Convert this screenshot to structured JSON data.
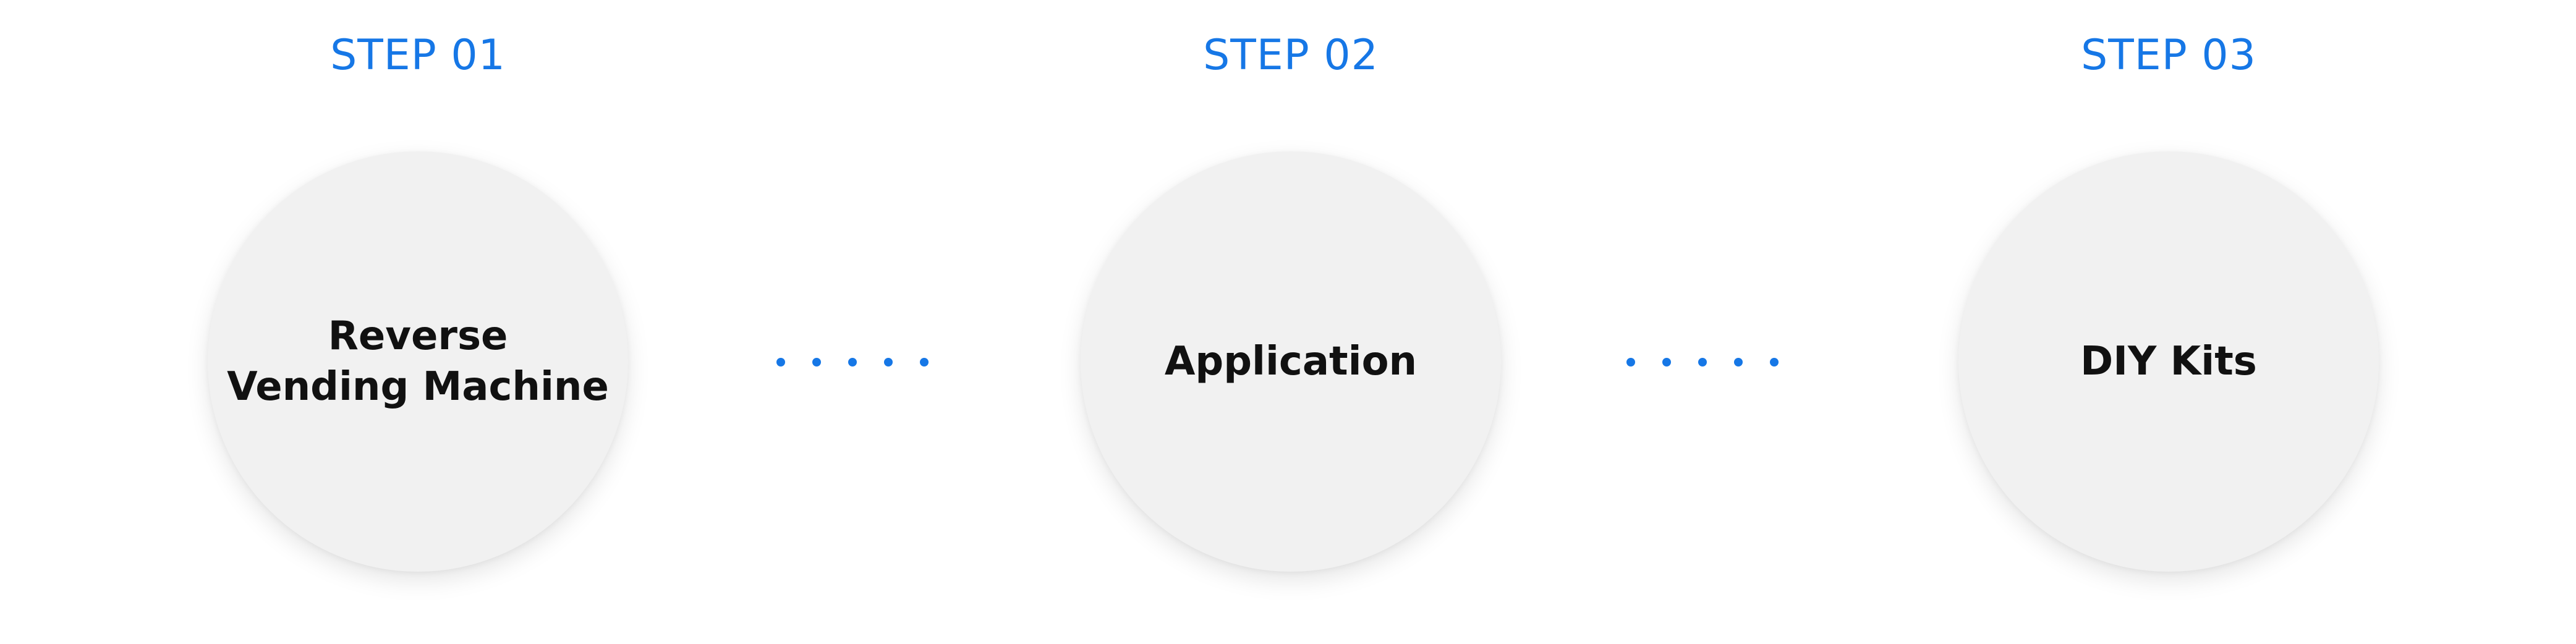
{
  "accent_color": "#1677e6",
  "steps": [
    {
      "label": "STEP 01",
      "title_lines": [
        "Reverse",
        "Vending Machine"
      ]
    },
    {
      "label": "STEP 02",
      "title_lines": [
        "Application"
      ]
    },
    {
      "label": "STEP 03",
      "title_lines": [
        "DIY Kits"
      ]
    }
  ],
  "connectors": [
    {
      "dot_count": 5
    },
    {
      "dot_count": 5
    }
  ]
}
